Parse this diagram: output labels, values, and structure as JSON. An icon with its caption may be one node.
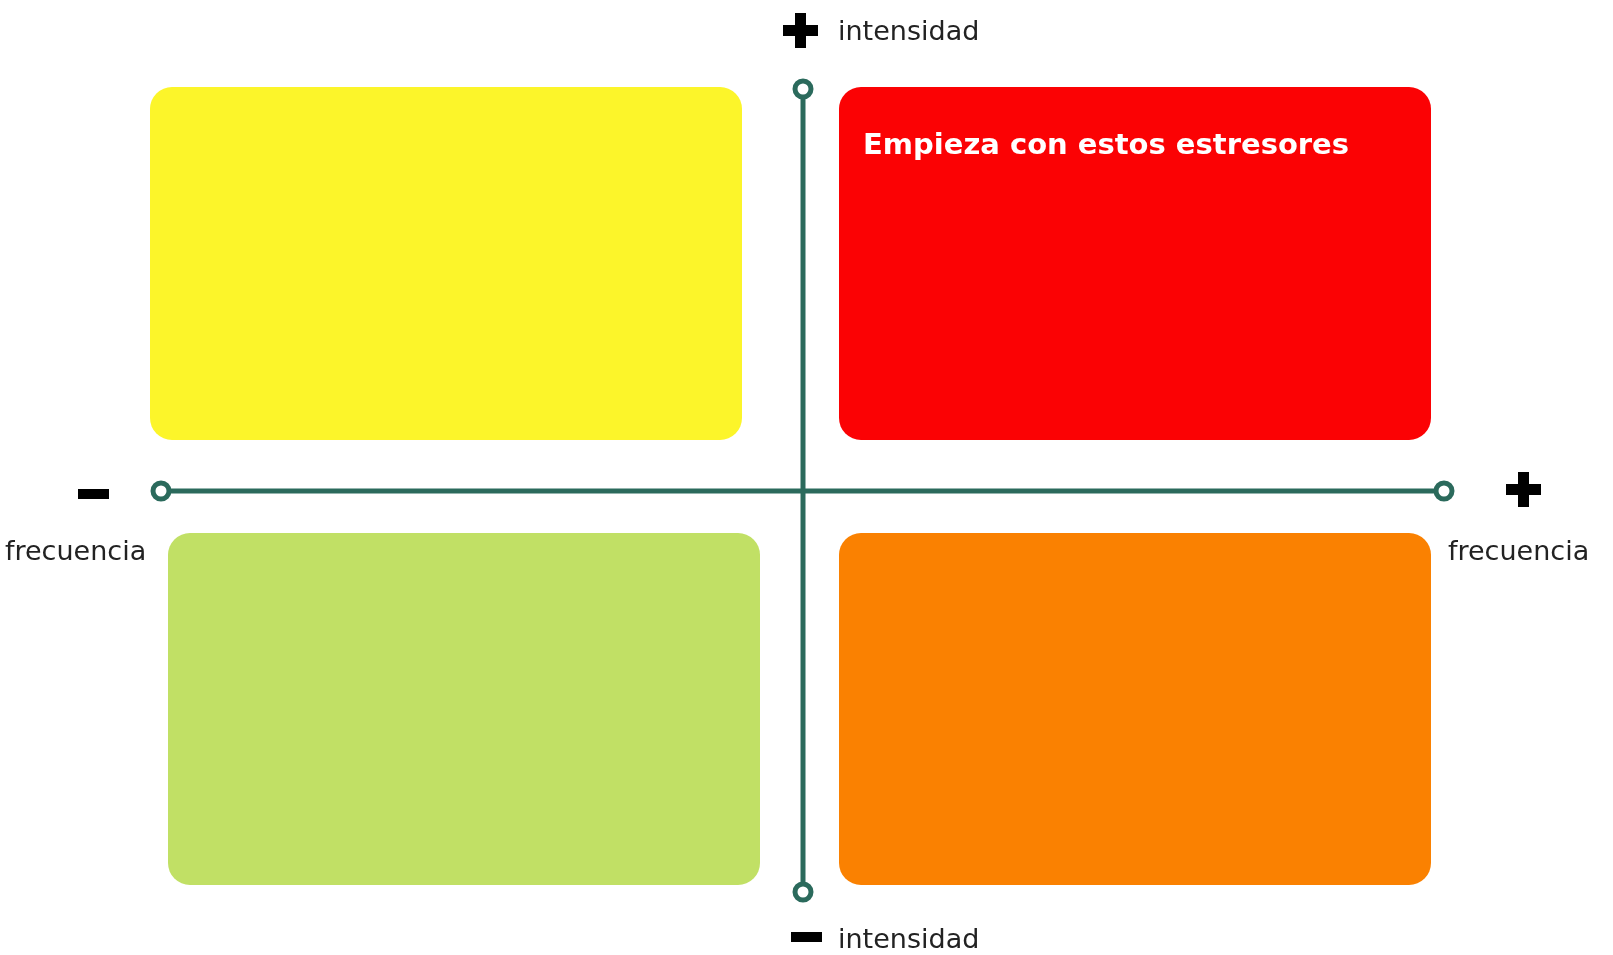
{
  "diagram": {
    "nodes": [
      {
        "text": [],
        "shape": "box"
      },
      {
        "text": [
          "Empieza con estos estresores"
        ]
      },
      {
        "text": [],
        "shape": "box"
      },
      {
        "text": [],
        "shape": "box"
      }
    ],
    "labels": [
      "intensidad",
      "frecuencia",
      "frecuencia",
      "intensidad"
    ]
  }
}
